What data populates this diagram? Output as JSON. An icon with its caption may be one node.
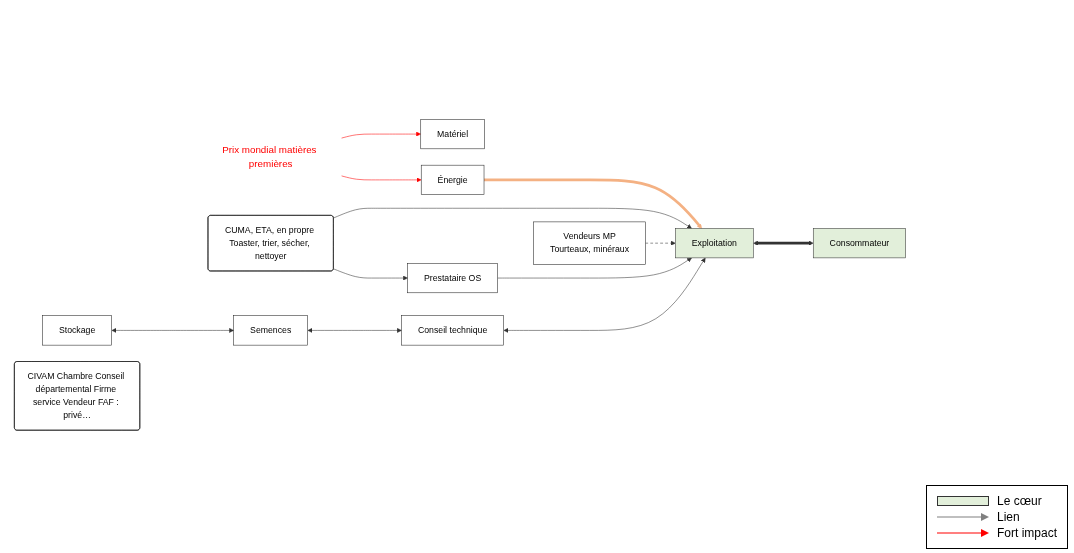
{
  "diagram": {
    "nodes": [
      {
        "text": [
          "Matériel"
        ]
      },
      {
        "text": [
          "CUMA, ETA, en propre Toaster, trier, sécher, nettoyer"
        ]
      },
      {
        "text": [
          "Stockage"
        ]
      },
      {
        "text": [
          "Énergie"
        ]
      },
      {
        "text": [
          "Prestataire OS"
        ]
      },
      {
        "text": [
          "Semences"
        ]
      },
      {
        "text": [
          "Vendeurs MP",
          "Tourteaux, minéraux"
        ]
      },
      {
        "text": [
          "Exploitation"
        ]
      },
      {
        "text": [
          "Conseil technique"
        ]
      },
      {
        "text": [
          "CIVAM Chambre Conseil départemental Firme service Vendeur FAF : privé…"
        ]
      },
      {
        "text": [
          "Consommateur"
        ]
      },
      {
        "text": [
          "Prix mondial matières premières"
        ]
      }
    ],
    "edges": [
      {
        "from": 11,
        "to": 0,
        "arrow": "to",
        "color": "#ff0000"
      },
      {
        "from": 11,
        "to": 3,
        "arrow": "to",
        "color": "#ff0000"
      },
      {
        "from": 3,
        "to": 7,
        "arrow": "to",
        "style": "thick",
        "color": "#f4b183"
      },
      {
        "from": 1,
        "to": 4,
        "arrow": "to"
      },
      {
        "from": 1,
        "to": 7,
        "arrow": "to"
      },
      {
        "from": 6,
        "to": 7,
        "arrow": "to",
        "style": "dashed"
      },
      {
        "from": 4,
        "to": 7,
        "arrow": "to"
      },
      {
        "from": 2,
        "to": 5,
        "arrow": "both"
      },
      {
        "from": 5,
        "to": 8,
        "arrow": "both"
      },
      {
        "from": 8,
        "to": 7,
        "arrow": "both"
      },
      {
        "from": 7,
        "to": 10,
        "arrow": "both",
        "style": "thick"
      }
    ],
    "legend": [
      {
        "text": "Le cœur",
        "color": "#e2efda"
      },
      {
        "text": "Lien"
      },
      {
        "text": "Fort impact"
      }
    ]
  }
}
